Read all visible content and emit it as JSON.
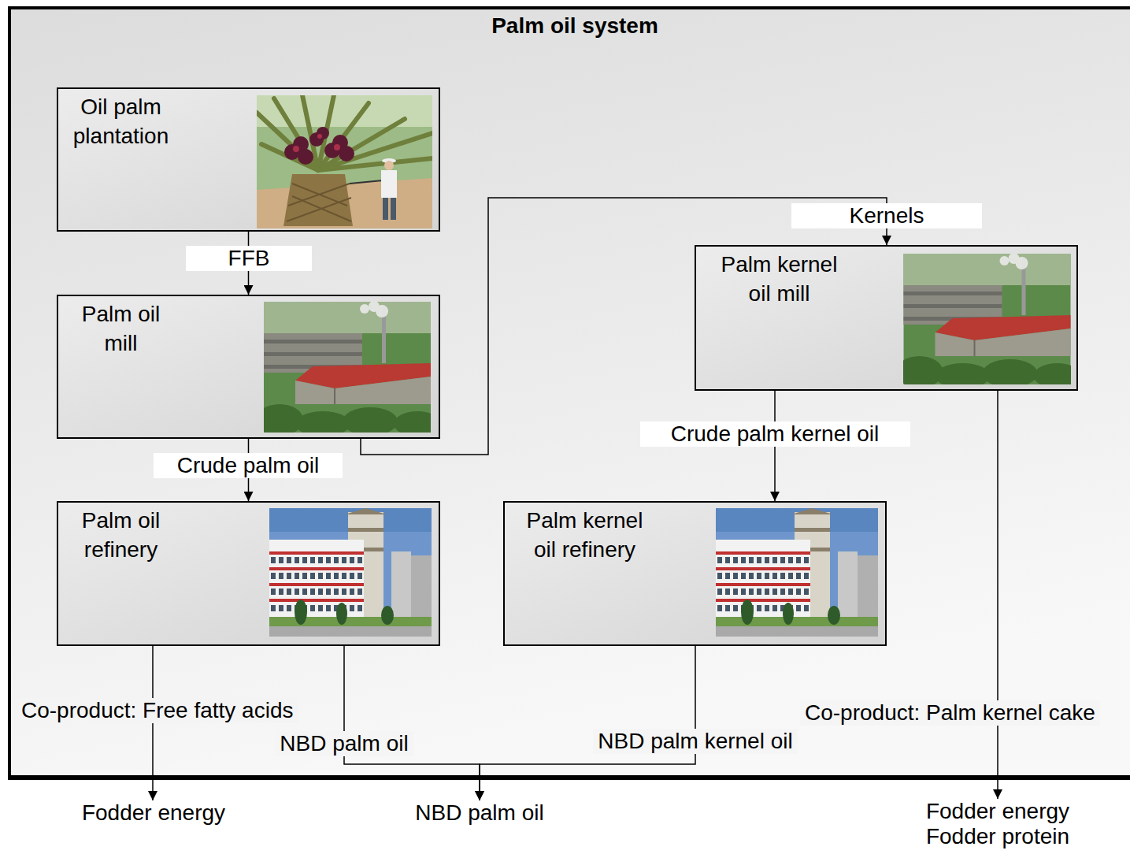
{
  "diagram": {
    "nodes": [
      {
        "text": [
          "Palm oil system"
        ]
      },
      {
        "text": [
          "Oil palm plantation"
        ],
        "in": 0
      },
      {
        "text": [
          "Palm oil mill"
        ],
        "in": 0
      },
      {
        "text": [
          "Palm oil refinery"
        ],
        "in": 0
      },
      {
        "text": [
          "Palm kernel oil mill"
        ],
        "in": 0
      },
      {
        "text": [
          "Palm kernel oil refinery"
        ],
        "in": 0
      },
      {
        "text": [
          "Fodder energy"
        ]
      },
      {
        "text": [
          "NBD palm oil"
        ]
      },
      {
        "text": [
          "Fodder energy",
          "Fodder protein"
        ]
      }
    ],
    "edges": [
      {
        "from": 1,
        "to": 2,
        "arrow": "to",
        "label": "FFB"
      },
      {
        "from": 2,
        "to": 3,
        "arrow": "to",
        "label": "Crude palm oil"
      },
      {
        "from": 2,
        "to": 4,
        "arrow": "to",
        "label": "Kernels"
      },
      {
        "from": 4,
        "to": 5,
        "arrow": "to",
        "label": "Crude palm kernel oil"
      },
      {
        "from": 3,
        "to": 6,
        "arrow": "to",
        "label": "Co-product: Free fatty acids"
      },
      {
        "from": 3,
        "to": 7,
        "arrow": "to",
        "label": "NBD palm oil"
      },
      {
        "from": 5,
        "to": 7,
        "arrow": "to",
        "label": "NBD palm kernel oil"
      },
      {
        "from": 4,
        "to": 8,
        "arrow": "to",
        "label": "Co-product: Palm kernel cake"
      }
    ]
  }
}
